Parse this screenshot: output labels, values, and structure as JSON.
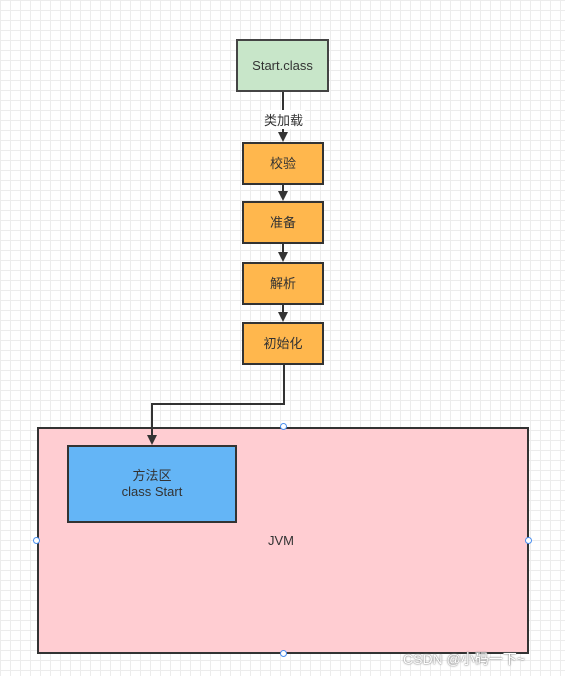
{
  "diagram": {
    "start_node": "Start.class",
    "load_label": "类加载",
    "steps": {
      "verify": "校验",
      "prepare": "准备",
      "resolve": "解析",
      "init": "初始化"
    },
    "jvm_label": "JVM",
    "method_area": {
      "title": "方法区",
      "content": "class Start"
    }
  },
  "watermark": "CSDN @小码一下~",
  "colors": {
    "start_fill": "#c8e6c9",
    "step_fill": "#ffb74d",
    "jvm_fill": "#ffcdd2",
    "method_area_fill": "#64b5f6",
    "stroke": "#333333",
    "selection_handle": "#4a8ff0"
  }
}
